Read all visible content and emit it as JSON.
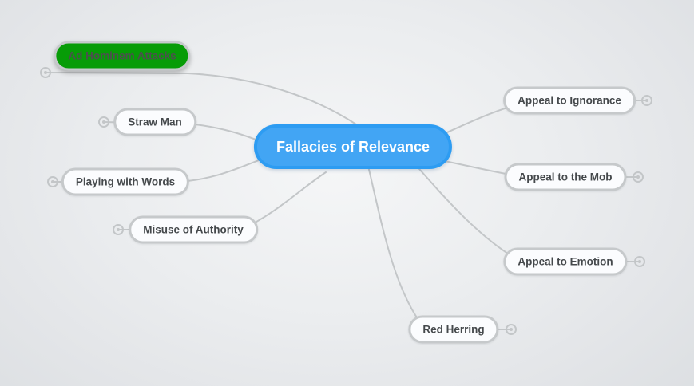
{
  "mindmap": {
    "root": {
      "label": "Fallacies of Relevance"
    },
    "nodes": [
      {
        "id": "ad-hominem-attacks",
        "label": "Ad Hominem Attacks",
        "state": "selected"
      },
      {
        "id": "straw-man",
        "label": "Straw Man",
        "state": "normal"
      },
      {
        "id": "playing-with-words",
        "label": "Playing with Words",
        "state": "normal"
      },
      {
        "id": "misuse-of-authority",
        "label": "Misuse of Authority",
        "state": "normal"
      },
      {
        "id": "appeal-to-ignorance",
        "label": "Appeal to Ignorance",
        "state": "normal"
      },
      {
        "id": "appeal-to-the-mob",
        "label": "Appeal to the Mob",
        "state": "normal"
      },
      {
        "id": "appeal-to-emotion",
        "label": "Appeal to Emotion",
        "state": "normal"
      },
      {
        "id": "red-herring",
        "label": "Red Herring",
        "state": "normal"
      }
    ],
    "colors": {
      "root_fill": "#42a5f4",
      "root_border": "#2d9cf2",
      "root_text": "#ffffff",
      "node_fill": "#fbfcfe",
      "node_border": "#c6c9cb",
      "node_text": "#45494c",
      "selected_fill": "#079c07",
      "selected_text": "#4c504e",
      "line": "#c3c6c8"
    }
  }
}
